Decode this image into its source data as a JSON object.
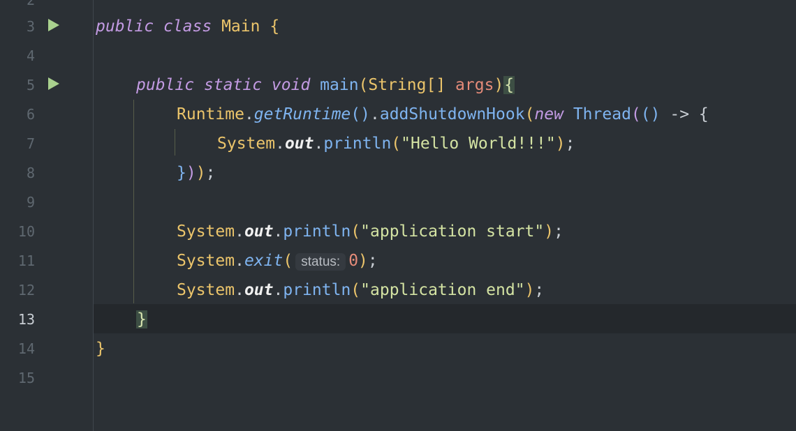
{
  "editor": {
    "language": "java",
    "current_line": "13",
    "colors": {
      "background": "#2b3035",
      "current_line": "#24282c",
      "keyword": "#c39be3",
      "class_name": "#ecc56b",
      "function": "#7fb4f0",
      "string": "#d4e3a3",
      "parameter": "#e58b79",
      "run_icon": "#a9d18e"
    },
    "line_numbers": [
      "2",
      "3",
      "4",
      "5",
      "6",
      "7",
      "8",
      "9",
      "10",
      "11",
      "12",
      "13",
      "14",
      "15"
    ],
    "run_icon": "play-triangle-icon",
    "lines": {
      "l3": {
        "kw1": "public",
        "kw2": "class",
        "name": "Main",
        "brace": "{"
      },
      "l5": {
        "kw1": "public",
        "kw2": "static",
        "kw3": "void",
        "fn": "main",
        "open": "(",
        "type": "String[]",
        "arg": "args",
        "close": ")",
        "brace": "{"
      },
      "l6": {
        "obj": "Runtime",
        "dot1": ".",
        "m1": "getRuntime",
        "p1": "()",
        "dot2": ".",
        "m2": "addShutdownHook",
        "p2": "(",
        "kw": "new",
        "cls": "Thread",
        "p3": "(",
        "p4": "()",
        "arrow": "->",
        "brace": "{"
      },
      "l7": {
        "obj": "System",
        "dot1": ".",
        "field": "out",
        "dot2": ".",
        "m": "println",
        "open": "(",
        "str": "\"Hello World!!!\"",
        "close": ")",
        "semi": ";"
      },
      "l8": {
        "brace": "}",
        "close1": ")",
        "close2": ")",
        "semi": ";"
      },
      "l10": {
        "obj": "System",
        "dot1": ".",
        "field": "out",
        "dot2": ".",
        "m": "println",
        "open": "(",
        "str": "\"application start\"",
        "close": ")",
        "semi": ";"
      },
      "l11": {
        "obj": "System",
        "dot1": ".",
        "m": "exit",
        "open": "(",
        "hint": "status:",
        "num": "0",
        "close": ")",
        "semi": ";"
      },
      "l12": {
        "obj": "System",
        "dot1": ".",
        "field": "out",
        "dot2": ".",
        "m": "println",
        "open": "(",
        "str": "\"application end\"",
        "close": ")",
        "semi": ";"
      },
      "l13": {
        "brace": "}"
      },
      "l14": {
        "brace": "}"
      }
    }
  }
}
